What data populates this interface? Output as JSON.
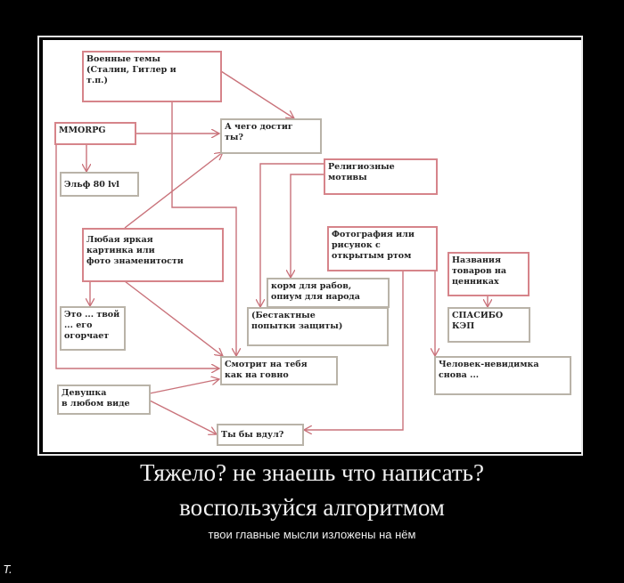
{
  "diagram": {
    "nodes": {
      "military": "Военные темы\n(Сталин, Гитлер и\nт.п.)",
      "mmorpg": "MMORPG",
      "achieved": "А чего достиг\nты?",
      "elf": "Эльф 80 lvl",
      "religious": "Религиозные\nмотивы",
      "bright_picture": "Любая яркая\nкартинка или\nфото знаменитости",
      "open_mouth": "Фотография или\nрисунок с\nоткрытым ртом",
      "price_tags": "Названия\nтоваров на\nценниках",
      "slave_food": "корм для рабов,\nопиум для народа",
      "tactless": "(Бестактные\nпопытки защиты)",
      "thanks_cap": "СПАСИБО\nКЭП",
      "upsets": "Это ... твой\n... его\nогорчает",
      "looks_at_you": "Смотрит на тебя\nкак на говно",
      "invisible_man": "Человек-невидимка\nснова ...",
      "girl": "Девушка\nв любом виде",
      "would_you": "Ты бы вдул?"
    },
    "line_color": "#c9727a"
  },
  "caption": {
    "line1": "Тяжело? не знаешь что написать?",
    "line2": "воспользуйся алгоритмом",
    "line3": "твои главные мысли изложены на нём"
  },
  "signature": "T."
}
